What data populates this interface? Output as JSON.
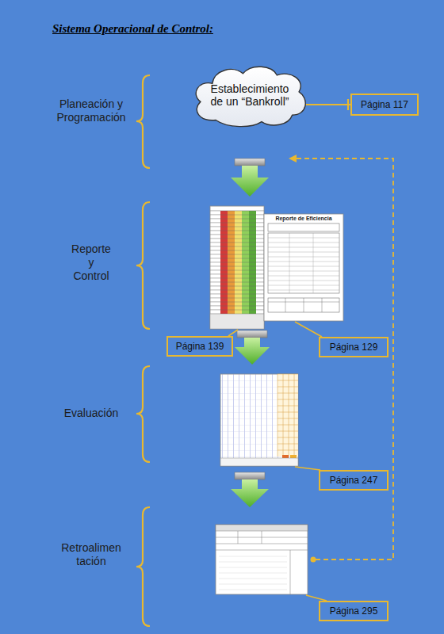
{
  "diagram": {
    "title": "Sistema Operacional de Control:",
    "nodes": [
      {
        "text": [
          "Establecimiento de un “Bankroll”"
        ]
      },
      {
        "text": [
          "Página 117"
        ]
      },
      {
        "text": [
          "Página 139"
        ]
      },
      {
        "text": [
          "Página 129"
        ]
      },
      {
        "text": [
          "Página 247"
        ]
      },
      {
        "text": [
          "Página 295"
        ]
      }
    ],
    "edges": [
      {
        "from": 0,
        "to": 1,
        "arrow": "none"
      }
    ],
    "labels": [
      "Planeación y Programación",
      "Reporte y Control",
      "Evaluación",
      "Retroalimen tación",
      "Reporte de Eficiencia"
    ]
  }
}
